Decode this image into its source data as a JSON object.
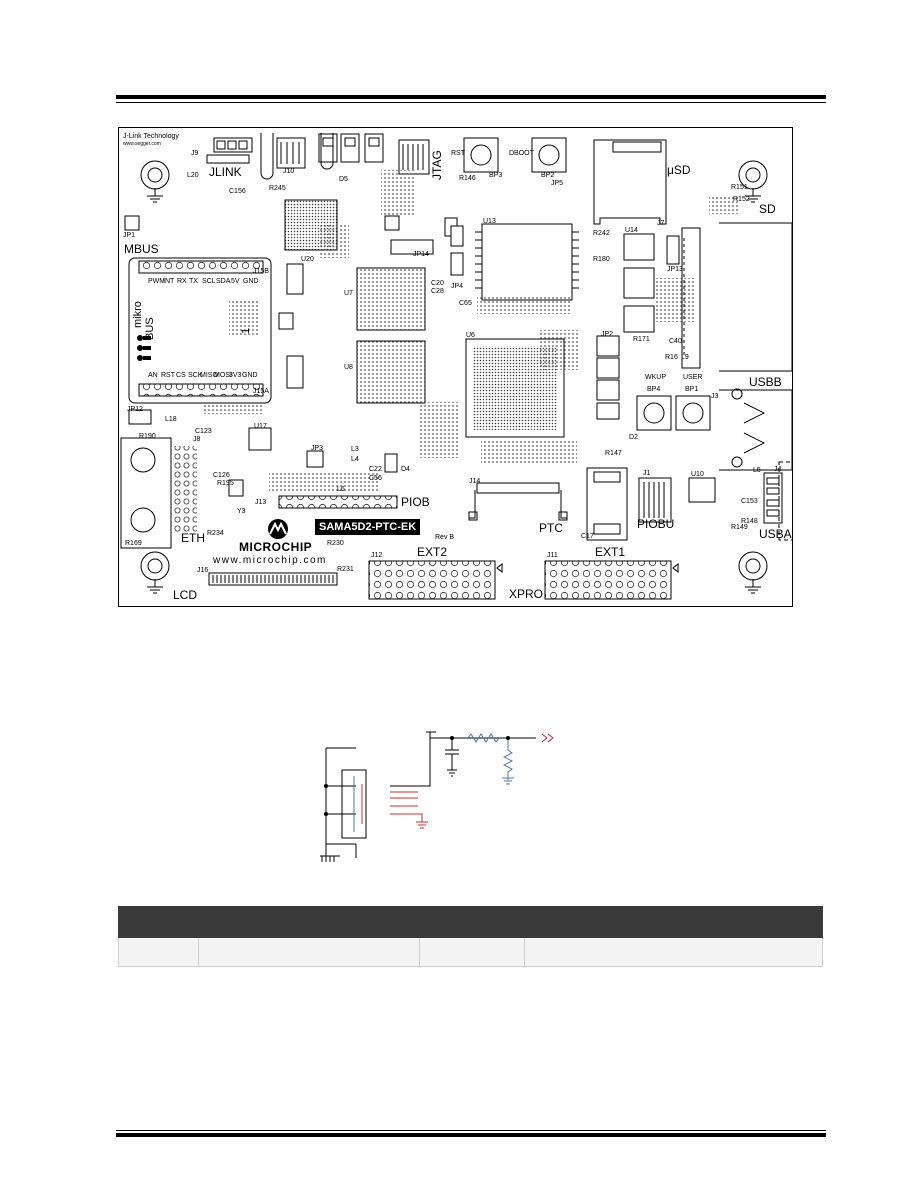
{
  "board": {
    "header_left": [
      "J-Link Technology",
      "www.segger.com"
    ],
    "connectors": {
      "jlink": "JLINK",
      "jtag": "JTAG",
      "usd": "μSD",
      "sd": "SD",
      "mbus": "MBUS",
      "usbb": "USBB",
      "usba": "USBA",
      "eth": "ETH",
      "piob": "PIOB",
      "ptc": "PTC",
      "piobu": "PIOBU",
      "lcd": "LCD",
      "ext1": "EXT1",
      "ext2": "EXT2",
      "xpro": "XPRO"
    },
    "mikro": [
      "mikro",
      "BUS"
    ],
    "mikro_number": "1",
    "mikro_top_pins": [
      "PWM",
      "INT",
      "RX",
      "TX",
      "SCL",
      "SDA",
      "5V",
      "GND"
    ],
    "mikro_bottom_pins": [
      "AN",
      "RST",
      "CS",
      "SCK",
      "MISO",
      "MOSI",
      "3V3",
      "GND"
    ],
    "buttons": {
      "rst": "RST",
      "boot": "DBOOT",
      "wkup": "WKUP",
      "user": "USER",
      "bp1": "BP1",
      "bp2": "BP2",
      "bp3": "BP3",
      "bp4": "BP4"
    },
    "product_name": "SAMA5D2-PTC-EK",
    "rev": "Rev B",
    "logo_text": "MICROCHIP",
    "url": "www.microchip.com",
    "refs": {
      "u20": "U20",
      "u7": "U7",
      "u8": "U8",
      "u6": "U6",
      "u13": "U13",
      "u14": "U14",
      "u17": "U17",
      "u10": "U10",
      "j1": "J1",
      "j3": "J3",
      "j4": "J4",
      "j7": "J7",
      "j8": "J8",
      "j9": "J9",
      "j10": "J10",
      "j11": "J11",
      "j12": "J12",
      "j13": "J13",
      "j14": "J14",
      "j15b": "J15B",
      "j15a": "J15A",
      "j16": "J16",
      "jp1": "JP1",
      "jp2": "JP2",
      "jp3": "JP3",
      "jp4": "JP4",
      "jp5": "JP5",
      "jp12": "JP12",
      "jp13": "JP13",
      "jp14": "JP14",
      "c17": "C17",
      "l20": "L20",
      "l18": "L18",
      "r190": "R190",
      "r169": "R169",
      "r234": "R234",
      "r231": "R231",
      "r230": "R230",
      "y3": "Y3",
      "c123": "C123",
      "c126": "C126",
      "r195": "R195",
      "c156": "C156",
      "r245": "R245",
      "d5": "D5",
      "r146": "R146",
      "r242": "R242",
      "r180": "R180",
      "r152": "R152",
      "r151": "R151",
      "r149": "R149",
      "r148": "R148",
      "c153": "C153",
      "l5": "L5",
      "l3": "L3",
      "l4": "L4",
      "l6": "L6",
      "c22": "C22",
      "c56": "C56",
      "d4": "D4",
      "r147": "R147",
      "d2": "D2",
      "c28": "C28",
      "c20": "C20",
      "c65": "C65",
      "r171": "R171",
      "c40": "C40",
      "r16": "R16",
      "l9": "L9"
    }
  },
  "table": {
    "headers": [
      "",
      "",
      "",
      ""
    ],
    "rows": [
      [
        "",
        "",
        "",
        ""
      ]
    ]
  }
}
